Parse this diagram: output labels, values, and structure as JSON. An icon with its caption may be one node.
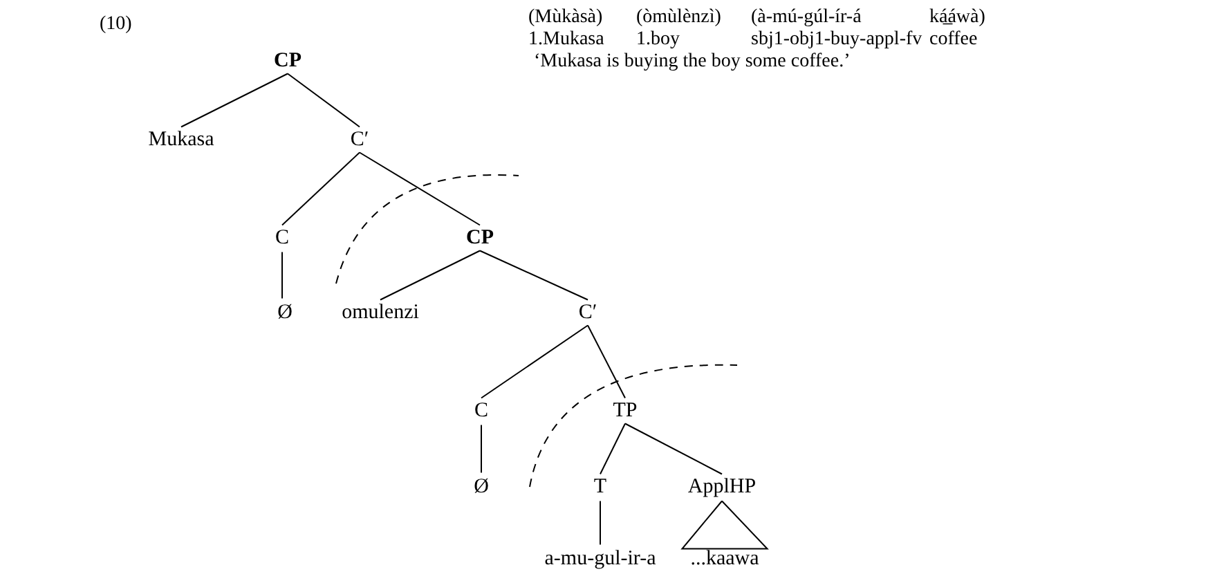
{
  "diagram": {
    "nodes": [
      {
        "text": [
          "CP"
        ]
      },
      {
        "text": [
          "Mukasa"
        ]
      },
      {
        "text": [
          "C′"
        ]
      },
      {
        "text": [
          "C"
        ]
      },
      {
        "text": [
          "CP"
        ]
      },
      {
        "text": [
          "Ø"
        ]
      },
      {
        "text": [
          "omulenzi"
        ]
      },
      {
        "text": [
          "C′"
        ]
      },
      {
        "text": [
          "C"
        ]
      },
      {
        "text": [
          "TP"
        ]
      },
      {
        "text": [
          "Ø"
        ]
      },
      {
        "text": [
          "T"
        ]
      },
      {
        "text": [
          "ApplHP"
        ]
      },
      {
        "text": [
          "a-mu-gul-ir-a"
        ]
      },
      {
        "text": [
          "...kaawa"
        ]
      }
    ],
    "edges": [
      {
        "from": 0,
        "to": 1,
        "arrow": "none"
      },
      {
        "from": 0,
        "to": 2,
        "arrow": "none"
      },
      {
        "from": 2,
        "to": 3,
        "arrow": "none"
      },
      {
        "from": 2,
        "to": 4,
        "arrow": "none"
      },
      {
        "from": 3,
        "to": 5,
        "arrow": "none"
      },
      {
        "from": 4,
        "to": 6,
        "arrow": "none"
      },
      {
        "from": 4,
        "to": 7,
        "arrow": "none"
      },
      {
        "from": 7,
        "to": 8,
        "arrow": "none"
      },
      {
        "from": 7,
        "to": 9,
        "arrow": "none"
      },
      {
        "from": 8,
        "to": 10,
        "arrow": "none"
      },
      {
        "from": 9,
        "to": 11,
        "arrow": "none"
      },
      {
        "from": 9,
        "to": 12,
        "arrow": "none"
      },
      {
        "from": 11,
        "to": 13,
        "arrow": "none"
      },
      {
        "from": 12,
        "to": 14,
        "arrow": "none"
      }
    ],
    "labels": [
      "(10)",
      "(Mùkàsà)",
      "(òmùlènzì)",
      "(à-mú-gúl-ír-á",
      "ká̲áwà)",
      "1.Mukasa",
      "1.boy",
      "sbj1-obj1-buy-appl-fv",
      "coffee",
      "‘Mukasa is buying the boy some coffee.’"
    ]
  }
}
